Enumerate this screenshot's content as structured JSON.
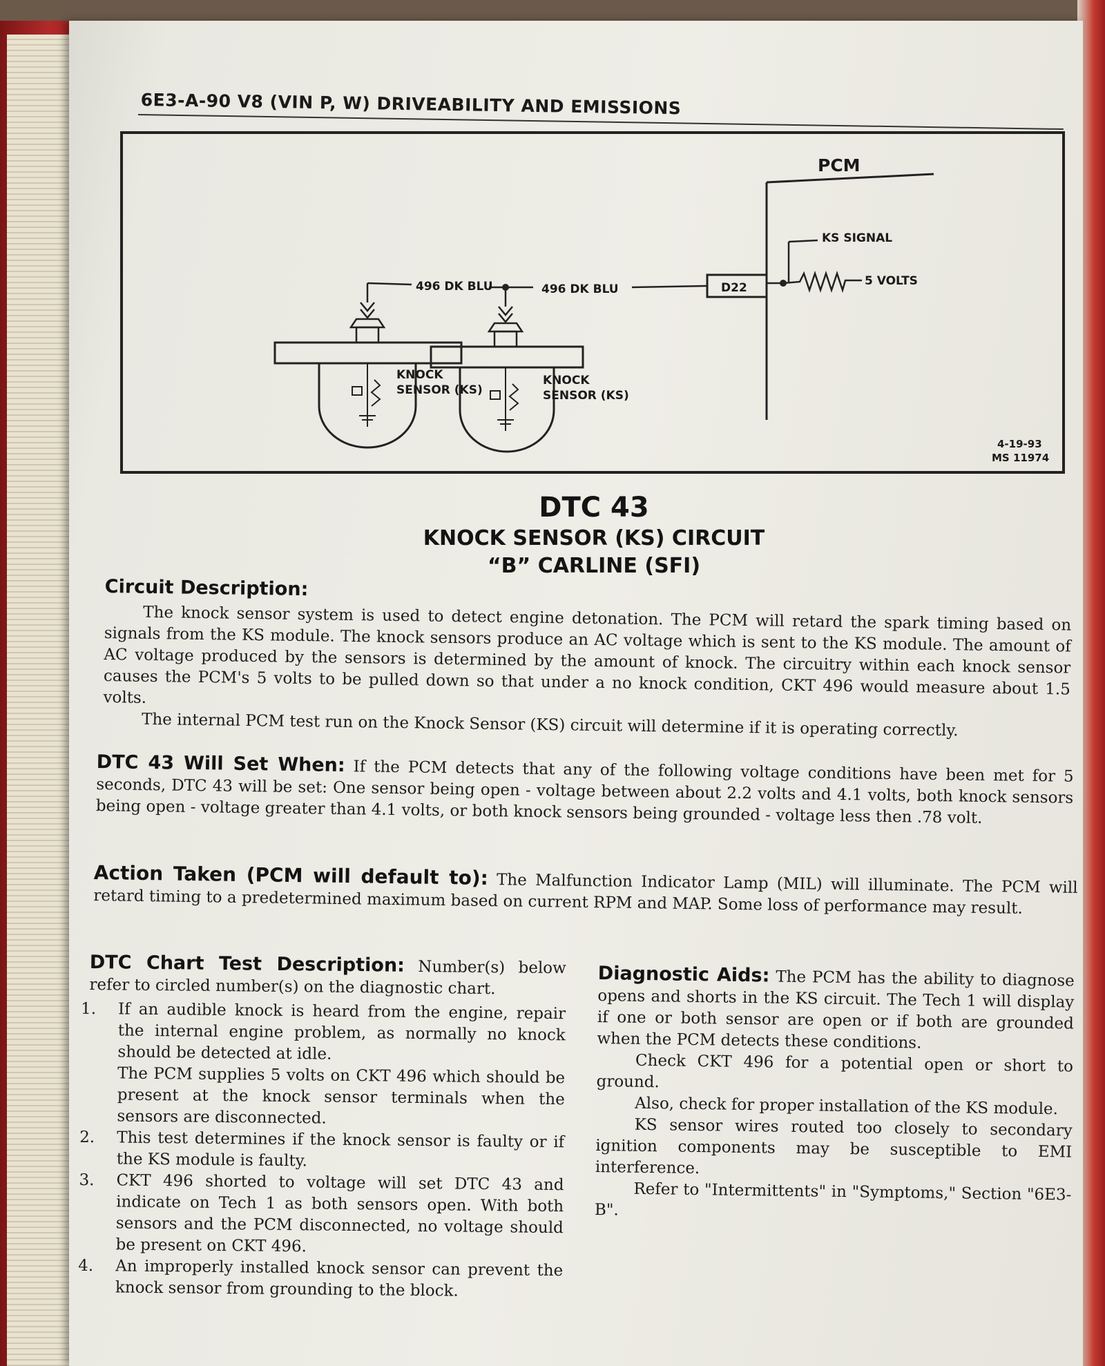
{
  "header": "6E3-A-90  V8  (VIN P, W)  DRIVEABILITY AND EMISSIONS",
  "diagram": {
    "pcm_label": "PCM",
    "ks_signal_label": "KS SIGNAL",
    "five_volts_label": "5 VOLTS",
    "terminal_label": "D22",
    "wire_label_left": "496 DK BLU",
    "wire_label_right": "496 DK BLU",
    "sensor1_label_line1": "KNOCK",
    "sensor1_label_line2": "SENSOR (KS)",
    "sensor2_label_line1": "KNOCK",
    "sensor2_label_line2": "SENSOR (KS)",
    "date_code": "4-19-93",
    "ms_code": "MS 11974"
  },
  "title": {
    "dtc": "DTC 43",
    "line1": "KNOCK SENSOR (KS) CIRCUIT",
    "line2": "“B” CARLINE (SFI)"
  },
  "circuit_description": {
    "heading": "Circuit Description:",
    "para1": "The knock sensor system is used to detect engine detonation. The PCM will retard the spark timing based on signals from the KS module. The knock sensors produce an AC voltage which is sent to the KS module. The amount of AC voltage produced by the sensors is determined by the amount of knock. The circuitry within each knock sensor causes the PCM's 5 volts to be pulled down so that under a no knock condition, CKT 496 would measure about 1.5 volts.",
    "para2": "The internal PCM test run on the Knock Sensor (KS) circuit will determine if it is operating correctly."
  },
  "will_set": {
    "heading": "DTC 43 Will Set When:",
    "text": "If the PCM detects that any of the following voltage conditions have been met for 5 seconds, DTC 43 will be set: One sensor being open - voltage between about 2.2 volts and 4.1 volts, both knock sensors being open - voltage greater than 4.1 volts, or both knock sensors being grounded - voltage less then .78 volt."
  },
  "action_taken": {
    "heading": "Action Taken (PCM will default to):",
    "text": "The Malfunction Indicator Lamp (MIL) will illuminate. The PCM will retard timing to a predetermined maximum based on current RPM and MAP. Some loss of performance may result."
  },
  "chart_test": {
    "heading": "DTC Chart Test Description:",
    "intro": "Number(s) below refer to circled number(s) on the diagnostic chart.",
    "items": [
      {
        "num": "1.",
        "text": "If an audible knock is heard from the engine, repair the internal engine problem, as normally no knock should be detected at idle.",
        "extra": "The PCM supplies 5 volts on CKT 496 which should be present at the knock sensor terminals when the sensors are disconnected."
      },
      {
        "num": "2.",
        "text": "This test determines if the knock sensor is faulty or if the KS module is faulty.",
        "extra": ""
      },
      {
        "num": "3.",
        "text": "CKT 496 shorted to voltage will set DTC 43 and indicate on Tech 1 as both sensors open. With both sensors and the PCM disconnected, no voltage should be present on CKT 496.",
        "extra": ""
      },
      {
        "num": "4.",
        "text": "An improperly installed knock sensor can prevent the knock sensor from grounding to the block.",
        "extra": ""
      }
    ]
  },
  "diagnostic_aids": {
    "heading": "Diagnostic Aids:",
    "para1": "The PCM has the ability to diagnose opens and shorts in the KS circuit. The Tech 1 will display if one or both sensor are open or if both are grounded when the PCM detects these conditions.",
    "para2": "Check CKT 496 for a potential open or short to ground.",
    "para3": "Also, check for proper installation of the KS module.",
    "para4": "KS sensor wires routed too closely to secondary ignition components may be susceptible to EMI interference.",
    "para5": "Refer to \"Intermittents\" in \"Symptoms,\" Section \"6E3-B\"."
  }
}
